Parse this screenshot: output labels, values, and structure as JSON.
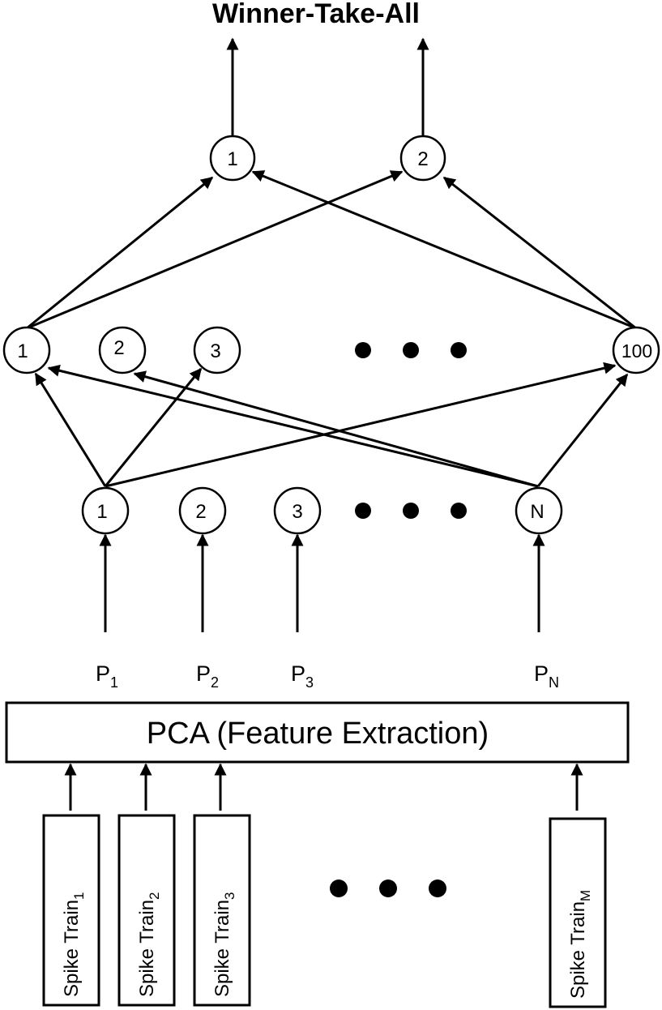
{
  "title": "Winner-Take-All",
  "output_nodes": [
    "1",
    "2"
  ],
  "hidden_nodes": [
    "1",
    "2",
    "3",
    "100"
  ],
  "input_nodes": [
    "1",
    "2",
    "3",
    "N"
  ],
  "pca_outputs": [
    {
      "base": "P",
      "sub": "1"
    },
    {
      "base": "P",
      "sub": "2"
    },
    {
      "base": "P",
      "sub": "3"
    },
    {
      "base": "P",
      "sub": "N"
    }
  ],
  "pca_label": "PCA (Feature Extraction)",
  "spike_trains": [
    {
      "base": "Spike Train",
      "sub": "1"
    },
    {
      "base": "Spike Train",
      "sub": "2"
    },
    {
      "base": "Spike Train",
      "sub": "3"
    },
    {
      "base": "Spike Train",
      "sub": "M"
    }
  ]
}
